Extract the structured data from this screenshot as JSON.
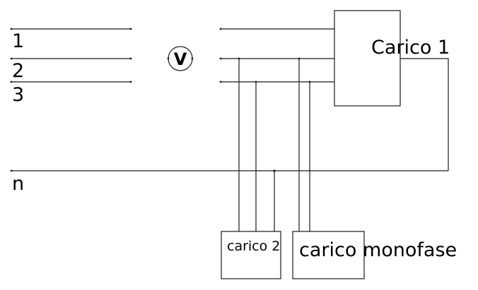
{
  "diagram": {
    "type": "three-phase wiring schematic",
    "phases": [
      {
        "id": "1",
        "label": "1"
      },
      {
        "id": "2",
        "label": "2"
      },
      {
        "id": "3",
        "label": "3"
      }
    ],
    "neutral": {
      "id": "n",
      "label": "n"
    },
    "voltmeter": {
      "label": "V"
    },
    "loads": [
      {
        "id": "carico-1",
        "label": "Carico 1",
        "connections": [
          "1",
          "2",
          "3",
          "n"
        ]
      },
      {
        "id": "carico-2",
        "label": "carico 2",
        "connections": [
          "2",
          "3",
          "n"
        ]
      },
      {
        "id": "carico-monofase",
        "label": "carico monofase",
        "connections": [
          "2",
          "3"
        ]
      }
    ]
  }
}
